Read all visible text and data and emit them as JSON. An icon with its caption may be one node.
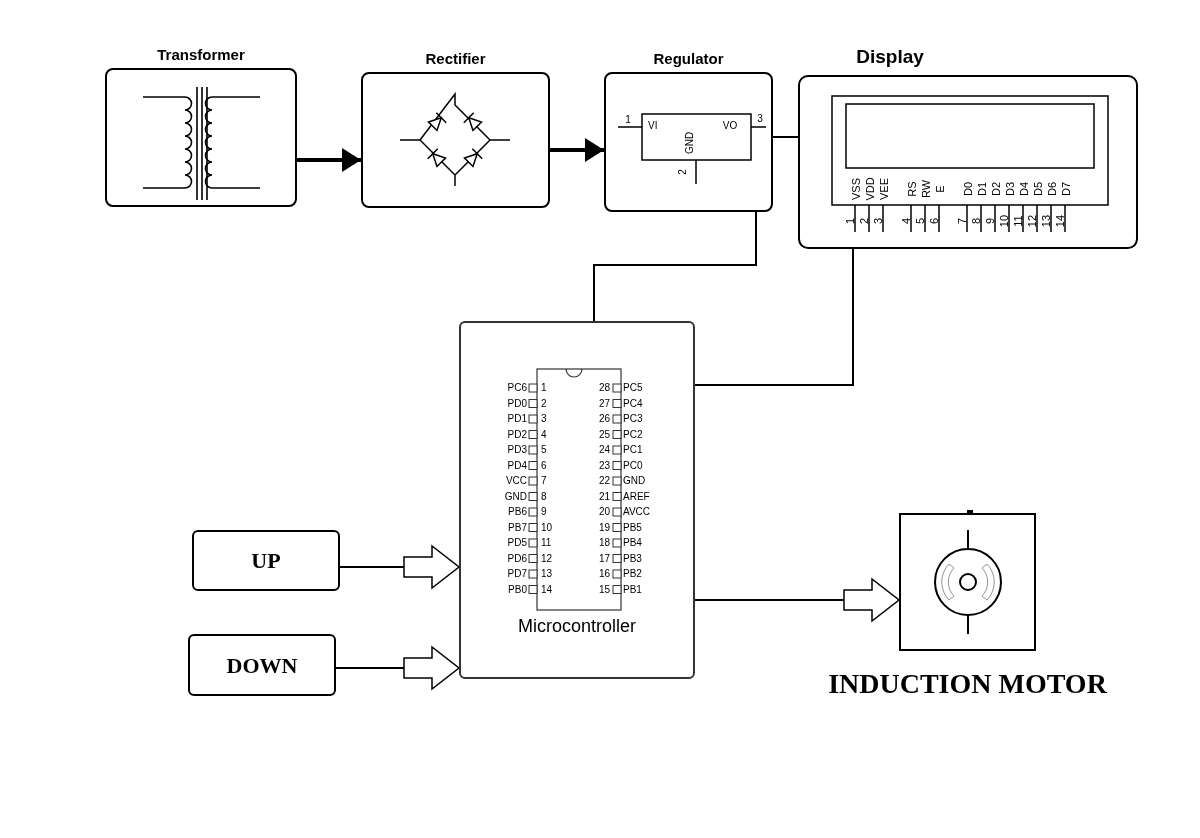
{
  "diagram": {
    "nodes": [
      {
        "text": [
          "Transformer"
        ]
      },
      {
        "text": [
          "Rectifier"
        ]
      },
      {
        "text": [
          "Regulator"
        ]
      },
      {
        "text": [
          "Display"
        ]
      },
      {
        "text": [
          "Microcontroller"
        ]
      },
      {
        "text": [
          "UP"
        ]
      },
      {
        "text": [
          "DOWN"
        ]
      },
      {
        "text": [
          "INDUCTION MOTOR"
        ]
      }
    ],
    "edges": [
      {
        "from": 0,
        "to": 1,
        "arrow": "to",
        "style": "thick"
      },
      {
        "from": 1,
        "to": 2,
        "arrow": "to",
        "style": "thick"
      },
      {
        "from": 2,
        "to": 3,
        "arrow": "none"
      },
      {
        "from": 2,
        "to": 4,
        "arrow": "none"
      },
      {
        "from": 3,
        "to": 4,
        "arrow": "none"
      },
      {
        "from": 5,
        "to": 4,
        "arrow": "to"
      },
      {
        "from": 6,
        "to": 4,
        "arrow": "to"
      },
      {
        "from": 4,
        "to": 7,
        "arrow": "to"
      }
    ],
    "labels": [
      "1",
      "VI",
      "VO",
      "3",
      "GND",
      "2",
      "VSS",
      "VDD",
      "VEE",
      "RS",
      "RW",
      "E",
      "D0",
      "D1",
      "D2",
      "D3",
      "D4",
      "D5",
      "D6",
      "D7",
      "1",
      "2",
      "3",
      "4",
      "5",
      "6",
      "7",
      "8",
      "9",
      "10",
      "11",
      "12",
      "13",
      "14",
      "PC6",
      "1",
      "28",
      "PC5",
      "PD0",
      "2",
      "27",
      "PC4",
      "PD1",
      "3",
      "26",
      "PC3",
      "PD2",
      "4",
      "25",
      "PC2",
      "PD3",
      "5",
      "24",
      "PC1",
      "PD4",
      "6",
      "23",
      "PC0",
      "VCC",
      "7",
      "22",
      "GND",
      "GND",
      "8",
      "21",
      "AREF",
      "PB6",
      "9",
      "20",
      "AVCC",
      "PB7",
      "10",
      "19",
      "PB5",
      "PD5",
      "11",
      "18",
      "PB4",
      "PD6",
      "12",
      "17",
      "PB3",
      "PD7",
      "13",
      "16",
      "PB2",
      "PB0",
      "14",
      "15",
      "PB1"
    ]
  }
}
